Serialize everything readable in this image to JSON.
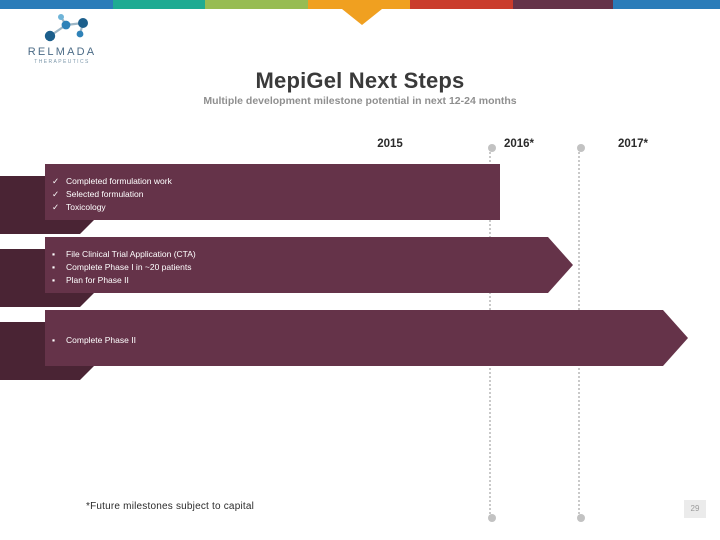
{
  "slide": {
    "title": "MepiGel Next Steps",
    "subtitle": "Multiple development milestone potential in next 12-24 months",
    "footnote": "*Future milestones subject to capital",
    "page_number": "29"
  },
  "brand": {
    "name": "RELMADA",
    "tagline": "THERAPEUTICS",
    "logo_icon": "molecule-icon",
    "accent_bar_color": "#653349",
    "accent_bar_shadow_color": "#4a2434"
  },
  "topbar": {
    "segments": [
      {
        "name": "blue",
        "color": "#2b7cb9",
        "width": 113
      },
      {
        "name": "teal",
        "color": "#1eab92",
        "width": 92
      },
      {
        "name": "green",
        "color": "#97bc53",
        "width": 103
      },
      {
        "name": "orange",
        "color": "#f0a020",
        "width": 102
      },
      {
        "name": "red",
        "color": "#ca3c2c",
        "width": 103
      },
      {
        "name": "maroon",
        "color": "#653349",
        "width": 100
      },
      {
        "name": "blue-end",
        "color": "#2b7cb9",
        "width": 107
      }
    ]
  },
  "timeline": {
    "years": [
      {
        "label": "2015"
      },
      {
        "label": "2016*"
      },
      {
        "label": "2017*"
      }
    ],
    "rows": [
      {
        "id": "row-2015",
        "bullet_marker": "✓",
        "items": [
          "Completed formulation work",
          "Selected formulation",
          "Toxicology"
        ]
      },
      {
        "id": "row-2016",
        "bullet_marker": "▪",
        "items": [
          "File Clinical Trial Application (CTA)",
          "Complete Phase I in ~20 patients",
          "Plan for Phase II"
        ]
      },
      {
        "id": "row-2017",
        "bullet_marker": "▪",
        "items": [
          "Complete Phase II"
        ]
      }
    ]
  }
}
